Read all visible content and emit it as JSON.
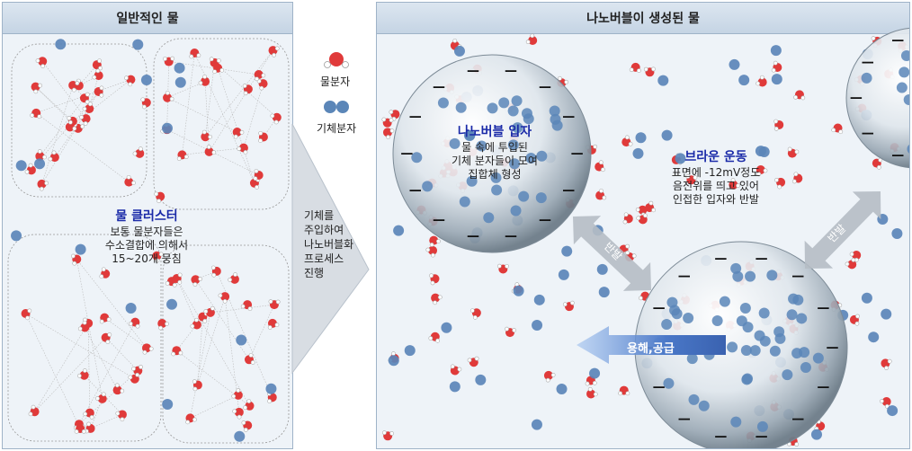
{
  "left_panel": {
    "title": "일반적인 물",
    "cluster_title": "물 클러스터",
    "cluster_desc": [
      "보통 물분자들은",
      "수소결합에 의해서",
      "15~20개 뭉침"
    ]
  },
  "legend": {
    "water": "물분자",
    "gas": "기체분자"
  },
  "process": [
    "기체를",
    "주입하여",
    "나노버블화",
    "프로세스",
    "진행"
  ],
  "right_panel": {
    "title": "나노버블이 생성된 물",
    "bubble_title": "나노버블 입자",
    "bubble_desc": [
      "물 속에 투입된",
      "기체 분자들이 모여",
      "집합체 형성"
    ],
    "brownian_title": "브라운 운동",
    "brownian_desc": [
      "표면에 -12mV정도",
      "음전위를 띄고 있어",
      "인접한 입자와 반발"
    ],
    "rebound_1": "반발",
    "rebound_2": "반발",
    "dissolve": "용해,공급",
    "charge_symbol": "—"
  },
  "colors": {
    "water_red": "#e03a3a",
    "gas_blue": "#5b86b8",
    "title_blue": "#1a2aa8",
    "arrow_blue": "#4a78c8"
  }
}
